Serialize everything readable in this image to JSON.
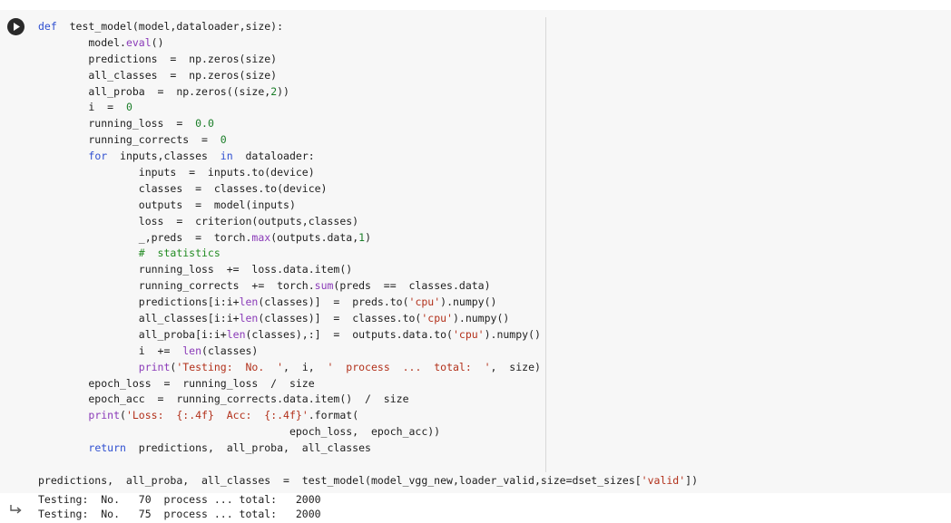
{
  "code_cell": {
    "run_icon": "play-icon",
    "lines": [
      "def  test_model(model,dataloader,size):",
      "        model.eval()",
      "        predictions  =  np.zeros(size)",
      "        all_classes  =  np.zeros(size)",
      "        all_proba  =  np.zeros((size,2))",
      "        i  =  0",
      "        running_loss  =  0.0",
      "        running_corrects  =  0",
      "        for  inputs,classes  in  dataloader:",
      "                inputs  =  inputs.to(device)",
      "                classes  =  classes.to(device)",
      "                outputs  =  model(inputs)",
      "                loss  =  criterion(outputs,classes)",
      "                _,preds  =  torch.max(outputs.data,1)",
      "                #  statistics",
      "                running_loss  +=  loss.data.item()",
      "                running_corrects  +=  torch.sum(preds  ==  classes.data)",
      "                predictions[i:i+len(classes)]  =  preds.to('cpu').numpy()",
      "                all_classes[i:i+len(classes)]  =  classes.to('cpu').numpy()",
      "                all_proba[i:i+len(classes),:]  =  outputs.data.to('cpu').numpy()",
      "                i  +=  len(classes)",
      "                print('Testing:  No.  ',  i,  '  process  ...  total:  ',  size)",
      "        epoch_loss  =  running_loss  /  size",
      "        epoch_acc  =  running_corrects.data.item()  /  size",
      "        print('Loss:  {:.4f}  Acc:  {:.4f}'.format(",
      "                                        epoch_loss,  epoch_acc))",
      "        return  predictions,  all_proba,  all_classes",
      "",
      "predictions,  all_proba,  all_classes  =  test_model(model_vgg_new,loader_valid,size=dset_sizes['valid'])"
    ]
  },
  "output_cell": {
    "icon": "output-arrow-icon",
    "lines": [
      "Testing:  No.   70  process ... total:   2000",
      "Testing:  No.   75  process ... total:   2000"
    ]
  }
}
